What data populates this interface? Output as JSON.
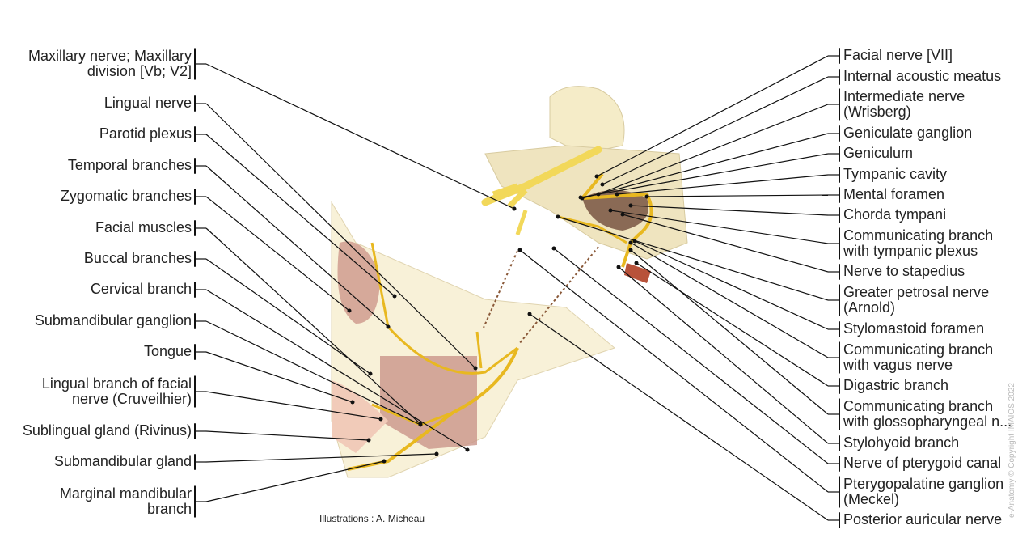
{
  "left_labels": [
    "Maxillary nerve; Maxillary\ndivision [Vb; V2]",
    "Lingual nerve",
    "Parotid plexus",
    "Temporal branches",
    "Zygomatic branches",
    "Facial muscles",
    "Buccal branches",
    "Cervical branch",
    "Submandibular ganglion",
    "Tongue",
    "Lingual branch of facial\nnerve (Cruveilhier)",
    "Sublingual gland (Rivinus)",
    "Submandibular gland",
    "Marginal mandibular\nbranch"
  ],
  "right_labels": [
    "Facial nerve [VII]",
    "Internal acoustic meatus",
    "Intermediate nerve\n(Wrisberg)",
    "Geniculate ganglion",
    "Geniculum",
    "Tympanic cavity",
    "Mental foramen",
    "Chorda tympani",
    "Communicating branch\nwith tympanic plexus",
    "Nerve to stapedius",
    "Greater petrosal nerve\n(Arnold)",
    "Stylomastoid foramen",
    "Communicating branch\nwith vagus nerve",
    "Digastric branch",
    "Communicating branch\nwith glossopharyngeal n...",
    "Stylohyoid branch",
    "Nerve of pterygoid canal",
    "Pterygopalatine ganglion\n(Meckel)",
    "Posterior auricular nerve"
  ],
  "credit": "Illustrations : A. Micheau",
  "watermark": "e-Anatomy © Copyright IMAIOS 2022",
  "colors": {
    "nerve": "#f2c62a",
    "bone": "#f5ecc8",
    "muscle": "#c9958a",
    "leader": "#111111"
  }
}
